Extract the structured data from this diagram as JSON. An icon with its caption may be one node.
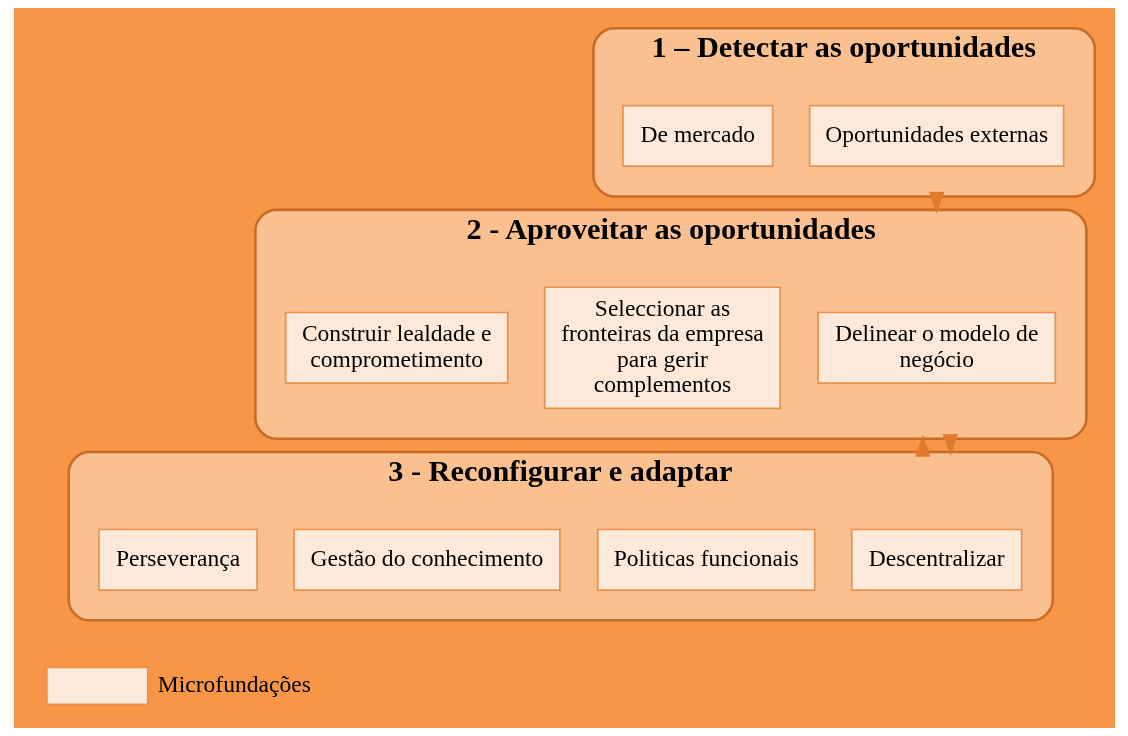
{
  "diagram": {
    "nodes": [
      {
        "text": [
          "1 – Detectar as oportunidades"
        ]
      },
      {
        "text": [
          "Oportunidades externas"
        ],
        "in": 0
      },
      {
        "text": [
          "De mercado"
        ],
        "in": 0
      },
      {
        "text": [
          "2 - Aproveitar as oportunidades"
        ]
      },
      {
        "text": [
          "Delinear o modelo de negócio"
        ],
        "in": 3
      },
      {
        "text": [
          "Seleccionar as fronteiras da empresa para gerir complementos"
        ],
        "in": 3
      },
      {
        "text": [
          "Construir lealdade e comprometimento"
        ],
        "in": 3
      },
      {
        "text": [
          "3 - Reconfigurar e adaptar"
        ]
      },
      {
        "text": [
          "Descentralizar"
        ],
        "in": 7
      },
      {
        "text": [
          "Politicas funcionais"
        ],
        "in": 7
      },
      {
        "text": [
          "Gestão do conhecimento"
        ],
        "in": 7
      },
      {
        "text": [
          "Perseverança"
        ],
        "in": 7
      }
    ],
    "edges": [
      {
        "from": 0,
        "to": 3,
        "arrow": "to"
      },
      {
        "from": 3,
        "to": 7,
        "arrow": "to"
      },
      {
        "from": 7,
        "to": 3,
        "arrow": "to"
      }
    ],
    "legend": [
      {
        "text": "Microfundações",
        "color": "#fde9d9"
      }
    ]
  }
}
